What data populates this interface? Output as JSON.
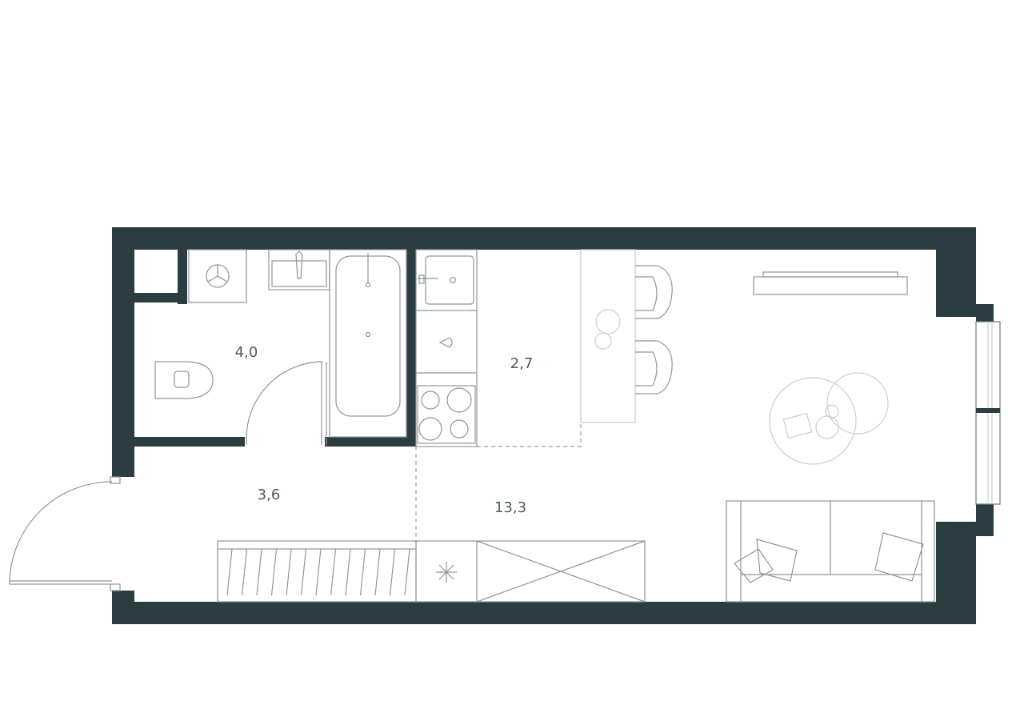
{
  "plan": {
    "wall_color": "#2b3d41",
    "rooms": [
      {
        "id": "bathroom",
        "area": "4,0"
      },
      {
        "id": "kitchen",
        "area": "2,7"
      },
      {
        "id": "hallway",
        "area": "3,6"
      },
      {
        "id": "living-room",
        "area": "13,3"
      }
    ]
  }
}
